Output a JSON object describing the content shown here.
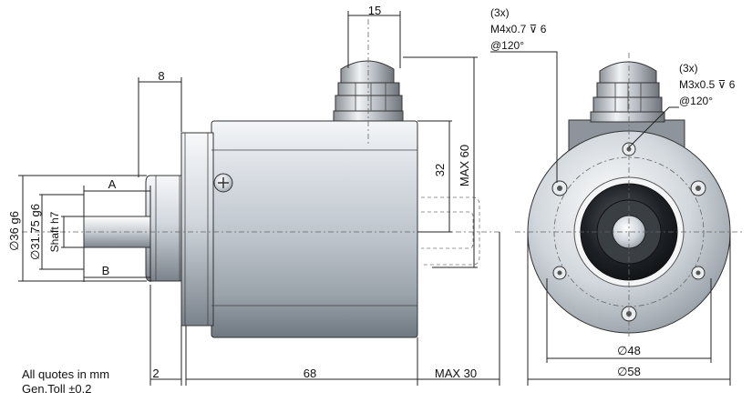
{
  "drawing": {
    "notes": {
      "units": "All quotes in mm",
      "tolerance": "Gen.Toll ±0.2"
    },
    "side_view": {
      "dimensions": {
        "cable_gland_offset": "15",
        "flange_thickness": "8",
        "front_gap": "2",
        "body_length": "68",
        "cable_length": "MAX 30",
        "body_height": "32",
        "overall_height": "MAX 60",
        "pilot_diameter": "∅36 g6",
        "flange_diameter": "∅31.75 g6",
        "shaft_tolerance": "Shaft h7",
        "label_a": "A",
        "label_b": "B"
      }
    },
    "front_view": {
      "callout_outer": [
        "(3x)",
        "M4x0.7 ⊽ 6",
        "@120°"
      ],
      "callout_inner": [
        "(3x)",
        "M3x0.5 ⊽ 6",
        "@120°"
      ],
      "dimensions": {
        "inner_bolt_circle": "∅48",
        "outer_diameter": "∅58"
      }
    }
  }
}
